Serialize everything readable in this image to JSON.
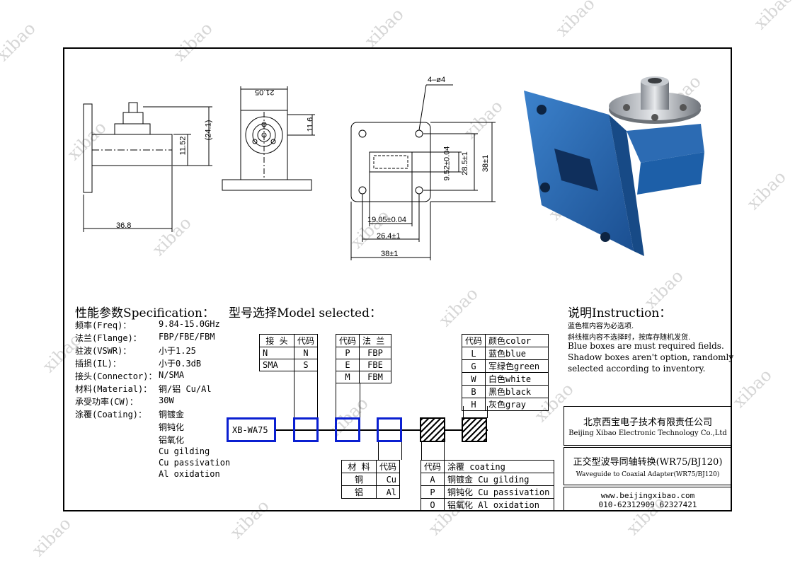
{
  "watermark": "xibao",
  "drawing": {
    "side_view": {
      "dim_length": "36.8",
      "dim_height": "(24.1)",
      "dim_axis": "11.52"
    },
    "top_view": {
      "dim_width": "21.05",
      "dim_offset": "11.6"
    },
    "front_view": {
      "holes_note": "4–ø4",
      "dim_inner_h": "9.52±0.04",
      "dim_hole_pitch_v": "28.5±1",
      "dim_flange_v": "38±1",
      "dim_inner_w": "19.05±0.04",
      "dim_hole_pitch_h": "26.4±1",
      "dim_flange_h": "38±1"
    }
  },
  "spec": {
    "title": "性能参数Specification：",
    "rows": [
      {
        "label": "频率(Freq)：",
        "value": "9.84-15.0GHz"
      },
      {
        "label": "法兰(Flange)：",
        "value": "FBP/FBE/FBM"
      },
      {
        "label": "驻波(VSWR)：",
        "value": "小于1.25"
      },
      {
        "label": "插损(IL)：",
        "value": "小于0.3dB"
      },
      {
        "label": "接头(Connector)：",
        "value": "N/SMA"
      },
      {
        "label": "材料(Material)：",
        "value": "铜/铝 Cu/Al"
      },
      {
        "label": "承受功率(CW)：",
        "value": "30W"
      },
      {
        "label": "涂覆(Coating)：",
        "value": "铜镀金"
      }
    ],
    "coating_extra": [
      "铜钝化",
      "铝氧化",
      "Cu gilding",
      "Cu passivation",
      "Al oxidation"
    ]
  },
  "model": {
    "title": "型号选择Model selected：",
    "prefix": "XB-WA75",
    "connector_table": {
      "headers": [
        "接 头",
        "代码"
      ],
      "rows": [
        [
          "N",
          "N"
        ],
        [
          "SMA",
          "S"
        ]
      ]
    },
    "flange_table": {
      "headers": [
        "代码",
        "法 兰"
      ],
      "rows": [
        [
          "P",
          "FBP"
        ],
        [
          "E",
          "FBE"
        ],
        [
          "M",
          "FBM"
        ]
      ]
    },
    "material_table": {
      "headers": [
        "材 料",
        "代码"
      ],
      "rows": [
        [
          "铜",
          "Cu"
        ],
        [
          "铝",
          "Al"
        ]
      ]
    },
    "coating_table": {
      "headers": [
        "代码",
        "涂覆 coating"
      ],
      "rows": [
        [
          "A",
          "铜镀金 Cu gilding"
        ],
        [
          "P",
          "铜钝化 Cu passivation"
        ],
        [
          "O",
          "铝氧化 Al oxidation"
        ]
      ]
    },
    "color_table": {
      "headers": [
        "代码",
        "颜色color"
      ],
      "rows": [
        [
          "L",
          "蓝色blue"
        ],
        [
          "G",
          "军绿色green"
        ],
        [
          "W",
          "白色white"
        ],
        [
          "B",
          "黑色black"
        ],
        [
          "H",
          "灰色gray"
        ]
      ]
    }
  },
  "instruction": {
    "title": "说明Instruction：",
    "lines": [
      "蓝色框内容为必选项.",
      "斜线框内容不选择时，按库存随机发货.",
      "Blue boxes are must required fields.",
      "Shadow boxes aren't option, randomly",
      "selected according to inventory."
    ]
  },
  "company": {
    "name_cn": "北京西宝电子技术有限责任公司",
    "name_en": "Beijing Xibao Electronic Technology Co.,Ltd",
    "product_cn": "正交型波导同轴转换(WR75/BJ120)",
    "product_en": "Waveguide to Coaxial Adapter(WR75/BJ120)",
    "website": "www.beijingxibao.com",
    "phone": "010-62312909 62327421"
  },
  "colors": {
    "required_box": "#0a1fd1",
    "render_blue": "#1d5fa8"
  }
}
